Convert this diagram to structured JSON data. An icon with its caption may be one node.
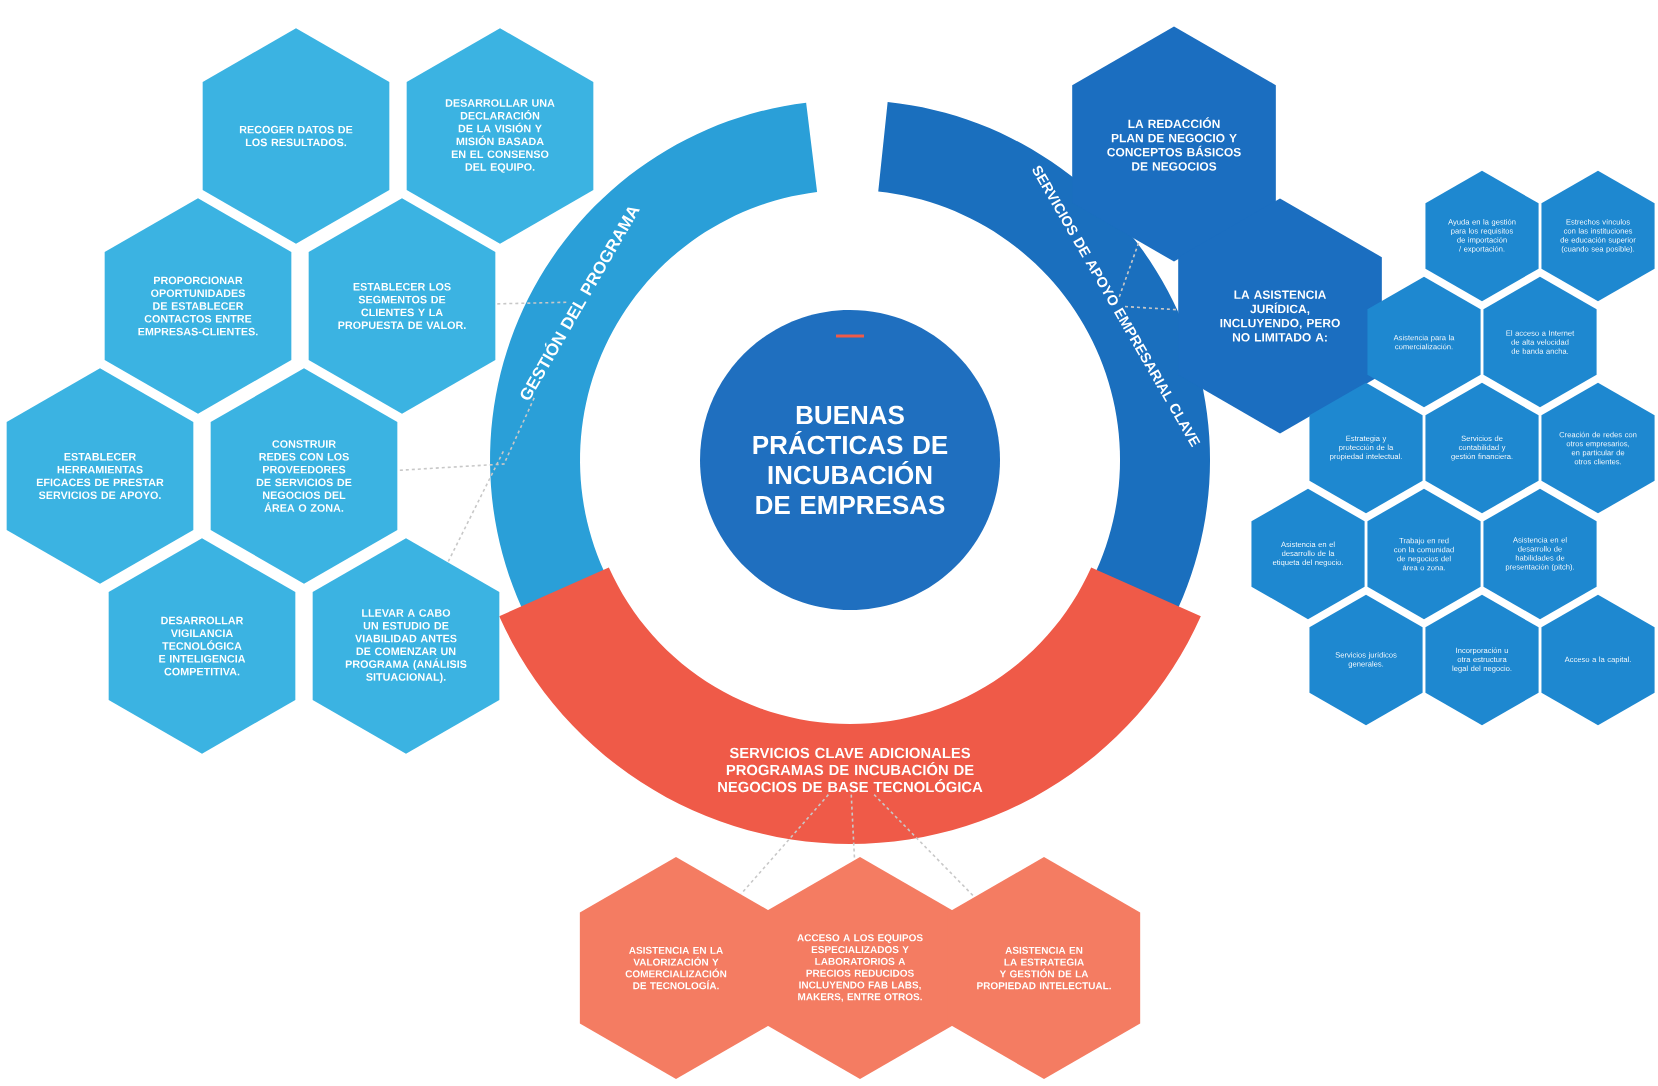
{
  "diagram": {
    "nodes": [
      {
        "text": [
          "BUENAS PRÁCTICAS DE INCUBACIÓN DE EMPRESAS"
        ]
      },
      {
        "text": [
          "GESTIÓN DEL PROGRAMA"
        ]
      },
      {
        "text": [
          "SERVICIOS DE APOYO EMPRESARIAL CLAVE"
        ]
      },
      {
        "text": [
          "SERVICIOS CLAVE ADICIONALES PROGRAMAS DE INCUBACIÓN DE NEGOCIOS DE BASE TECNOLÓGICA"
        ]
      },
      {
        "text": [
          "RECOGER DATOS DE LOS RESULTADOS."
        ]
      },
      {
        "text": [
          "DESARROLLAR UNA DECLARACIÓN DE LA VISIÓN Y MISIÓN BASADA EN EL CONSENSO DEL EQUIPO."
        ]
      },
      {
        "text": [
          "PROPORCIONAR OPORTUNIDADES DE ESTABLECER CONTACTOS ENTRE EMPRESAS-CLIENTES."
        ]
      },
      {
        "text": [
          "ESTABLECER LOS SEGMENTOS DE CLIENTES Y LA PROPUESTA DE VALOR."
        ]
      },
      {
        "text": [
          "ESTABLECER HERRAMIENTAS EFICACES DE PRESTAR SERVICIOS DE APOYO."
        ]
      },
      {
        "text": [
          "CONSTRUIR REDES CON LOS PROVEEDORES DE SERVICIOS DE NEGOCIOS DEL ÁREA O ZONA."
        ]
      },
      {
        "text": [
          "DESARROLLAR VIGILANCIA TECNOLÓGICA E INTELIGENCIA COMPETITIVA."
        ]
      },
      {
        "text": [
          "LLEVAR A CABO UN ESTUDIO DE VIABILIDAD ANTES DE COMENZAR UN PROGRAMA (ANÁLISIS SITUACIONAL)."
        ]
      },
      {
        "text": [
          "LA REDACCIÓN PLAN DE NEGOCIO Y CONCEPTOS BÁSICOS DE NEGOCIOS"
        ]
      },
      {
        "text": [
          "LA ASISTENCIA JURÍDICA, INCLUYENDO, PERO NO LIMITADO A:"
        ]
      },
      {
        "text": [
          "Ayuda en la gestión para los requisitos de importación / exportación."
        ]
      },
      {
        "text": [
          "Estrechos vínculos con las instituciones de educación superior (cuando sea posible)."
        ]
      },
      {
        "text": [
          "Asistencia para la comercialización."
        ]
      },
      {
        "text": [
          "El acceso a Internet de alta velocidad de banda ancha."
        ]
      },
      {
        "text": [
          "Estrategia y protección de la propiedad intelectual."
        ]
      },
      {
        "text": [
          "Servicios de contabilidad y gestión financiera."
        ]
      },
      {
        "text": [
          "Creación de redes con otros empresarios, en particular de otros clientes."
        ]
      },
      {
        "text": [
          "Asistencia en el desarrollo de la etiqueta del negocio."
        ]
      },
      {
        "text": [
          "Trabajo en red con la comunidad de negocios del área o zona."
        ]
      },
      {
        "text": [
          "Asistencia en el desarrollo de habilidades de presentación (pitch)."
        ]
      },
      {
        "text": [
          "Servicios jurídicos generales."
        ]
      },
      {
        "text": [
          "Incorporación u otra estructura legal del negocio."
        ]
      },
      {
        "text": [
          "Acceso a la capital."
        ]
      },
      {
        "text": [
          "ASISTENCIA EN LA VALORIZACIÓN Y COMERCIALIZACIÓN DE TECNOLOGÍA."
        ]
      },
      {
        "text": [
          "ACCESO A LOS EQUIPOS ESPECIALIZADOS Y LABORATORIOS A PRECIOS REDUCIDOS INCLUYENDO FAB LABS, MAKERS, ENTRE OTROS."
        ]
      },
      {
        "text": [
          "ASISTENCIA EN LA ESTRATEGIA Y GESTIÓN DE LA PROPIEDAD INTELECTUAL."
        ]
      }
    ],
    "edges": [
      {
        "from": 1,
        "to": 7,
        "arrow": "none",
        "style": "dashed"
      },
      {
        "from": 1,
        "to": 9,
        "arrow": "none",
        "style": "dashed"
      },
      {
        "from": 1,
        "to": 11,
        "arrow": "none",
        "style": "dashed"
      },
      {
        "from": 2,
        "to": 12,
        "arrow": "none",
        "style": "dashed"
      },
      {
        "from": 2,
        "to": 13,
        "arrow": "none",
        "style": "dashed"
      },
      {
        "from": 3,
        "to": 27,
        "arrow": "none",
        "style": "dashed"
      },
      {
        "from": 3,
        "to": 28,
        "arrow": "none",
        "style": "dashed"
      },
      {
        "from": 3,
        "to": 29,
        "arrow": "none",
        "style": "dashed"
      }
    ]
  }
}
